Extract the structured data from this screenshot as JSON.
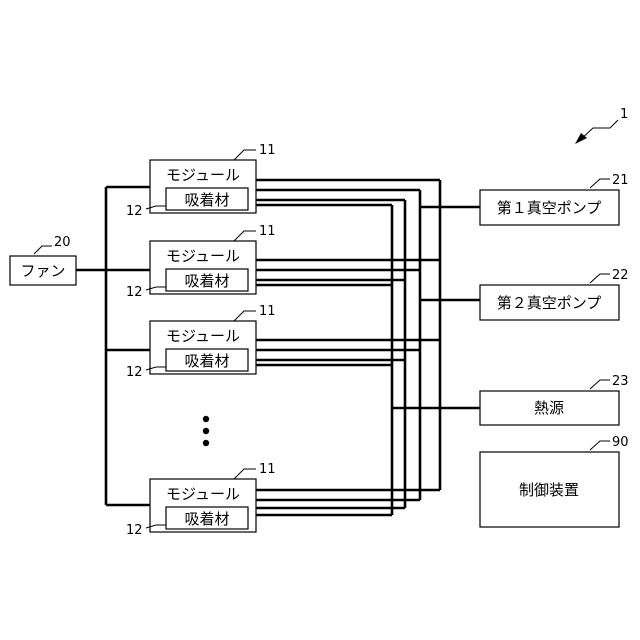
{
  "figure_ref": "1",
  "fan": {
    "label": "ファン",
    "ref": "20"
  },
  "modules": [
    {
      "label": "モジュール",
      "adsorbent": "吸着材",
      "ref": "11",
      "adsorbent_ref": "12"
    },
    {
      "label": "モジュール",
      "adsorbent": "吸着材",
      "ref": "11",
      "adsorbent_ref": "12"
    },
    {
      "label": "モジュール",
      "adsorbent": "吸着材",
      "ref": "11",
      "adsorbent_ref": "12"
    },
    {
      "label": "モジュール",
      "adsorbent": "吸着材",
      "ref": "11",
      "adsorbent_ref": "12"
    }
  ],
  "pump1": {
    "label": "第１真空ポンプ",
    "ref": "21"
  },
  "pump2": {
    "label": "第２真空ポンプ",
    "ref": "22"
  },
  "heat_source": {
    "label": "熱源",
    "ref": "23"
  },
  "controller": {
    "label": "制御装置",
    "ref": "90"
  }
}
